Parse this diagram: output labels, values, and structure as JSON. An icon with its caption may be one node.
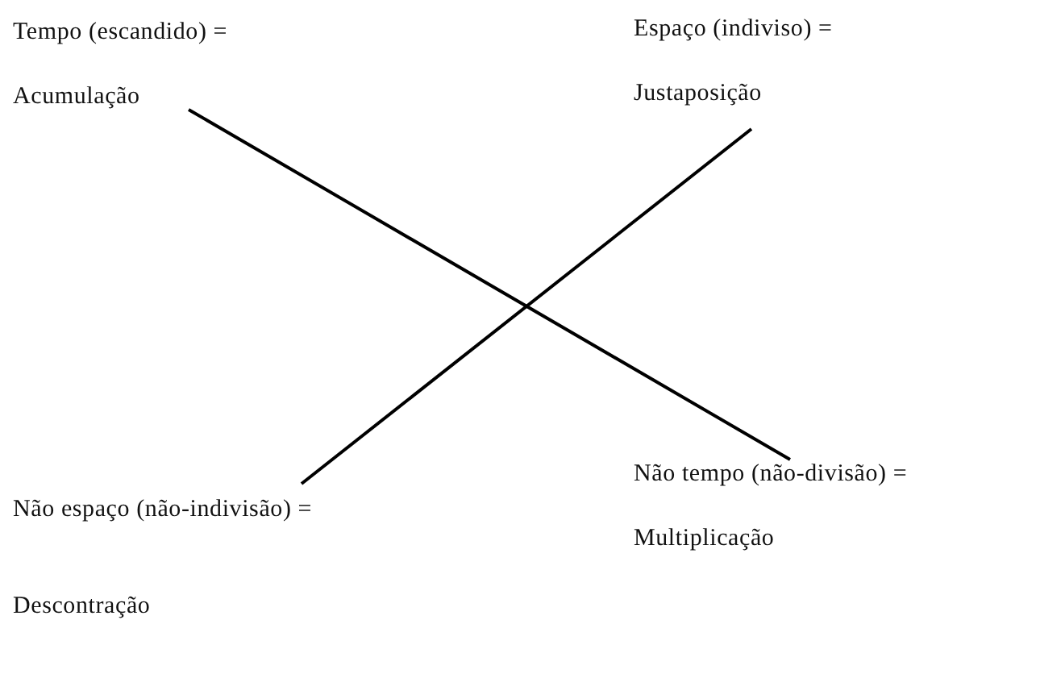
{
  "diagram": {
    "nodes": [
      {
        "text": [
          "Tempo (escandido) = Acumulação"
        ]
      },
      {
        "text": [
          "Espaço (indiviso) = Justaposição"
        ]
      },
      {
        "text": [
          "Não espaço (não-indivisão) = Descontração"
        ]
      },
      {
        "text": [
          "Não tempo (não-divisão) = Multiplicação"
        ]
      }
    ],
    "edges": [
      {
        "from": 0,
        "to": 3,
        "arrow": "none"
      },
      {
        "from": 1,
        "to": 2,
        "arrow": "none"
      }
    ]
  }
}
